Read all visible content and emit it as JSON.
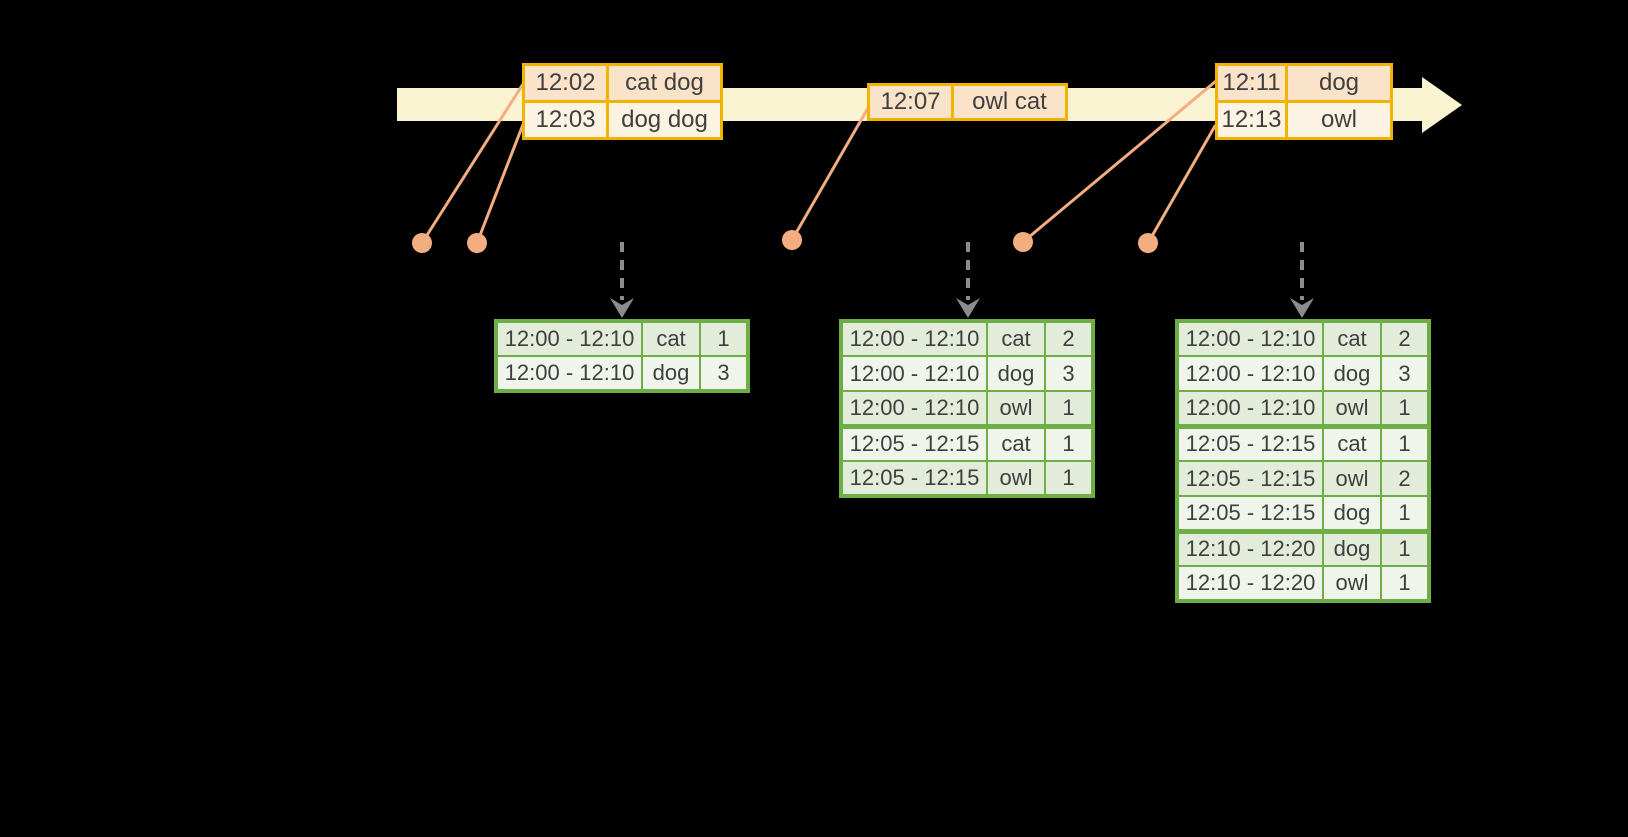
{
  "colors": {
    "background": "#000000",
    "timeline_bar": "#FAF3D2",
    "event_border": "#F0B400",
    "event_row_peach": "#FAE3C9",
    "event_row_cream": "#FCF3E3",
    "connector": "#F2AD80",
    "result_border": "#6FAD47",
    "result_row_dark": "#E3ECD9",
    "result_row_light": "#F0F5EC",
    "trigger_arrow": "#8C8C8C",
    "text": "#3F3F3F"
  },
  "timeline": {
    "event_tables": [
      {
        "rows": [
          {
            "time": "12:02",
            "words": "cat dog"
          },
          {
            "time": "12:03",
            "words": "dog dog"
          }
        ]
      },
      {
        "rows": [
          {
            "time": "12:07",
            "words": "owl cat"
          }
        ]
      },
      {
        "rows": [
          {
            "time": "12:11",
            "words": "dog"
          },
          {
            "time": "12:13",
            "words": "owl"
          }
        ]
      }
    ]
  },
  "result_tables": [
    {
      "rows": [
        {
          "window": "12:00 - 12:10",
          "word": "cat",
          "count": "1"
        },
        {
          "window": "12:00 - 12:10",
          "word": "dog",
          "count": "3"
        }
      ]
    },
    {
      "rows": [
        {
          "window": "12:00 - 12:10",
          "word": "cat",
          "count": "2"
        },
        {
          "window": "12:00 - 12:10",
          "word": "dog",
          "count": "3"
        },
        {
          "window": "12:00 - 12:10",
          "word": "owl",
          "count": "1",
          "group_end": true
        },
        {
          "window": "12:05 - 12:15",
          "word": "cat",
          "count": "1"
        },
        {
          "window": "12:05 - 12:15",
          "word": "owl",
          "count": "1"
        }
      ]
    },
    {
      "rows": [
        {
          "window": "12:00 - 12:10",
          "word": "cat",
          "count": "2"
        },
        {
          "window": "12:00 - 12:10",
          "word": "dog",
          "count": "3"
        },
        {
          "window": "12:00 - 12:10",
          "word": "owl",
          "count": "1",
          "group_end": true
        },
        {
          "window": "12:05 - 12:15",
          "word": "cat",
          "count": "1"
        },
        {
          "window": "12:05 - 12:15",
          "word": "owl",
          "count": "2"
        },
        {
          "window": "12:05 - 12:15",
          "word": "dog",
          "count": "1",
          "group_end": true
        },
        {
          "window": "12:10 - 12:20",
          "word": "dog",
          "count": "1"
        },
        {
          "window": "12:10 - 12:20",
          "word": "owl",
          "count": "1"
        }
      ]
    }
  ]
}
